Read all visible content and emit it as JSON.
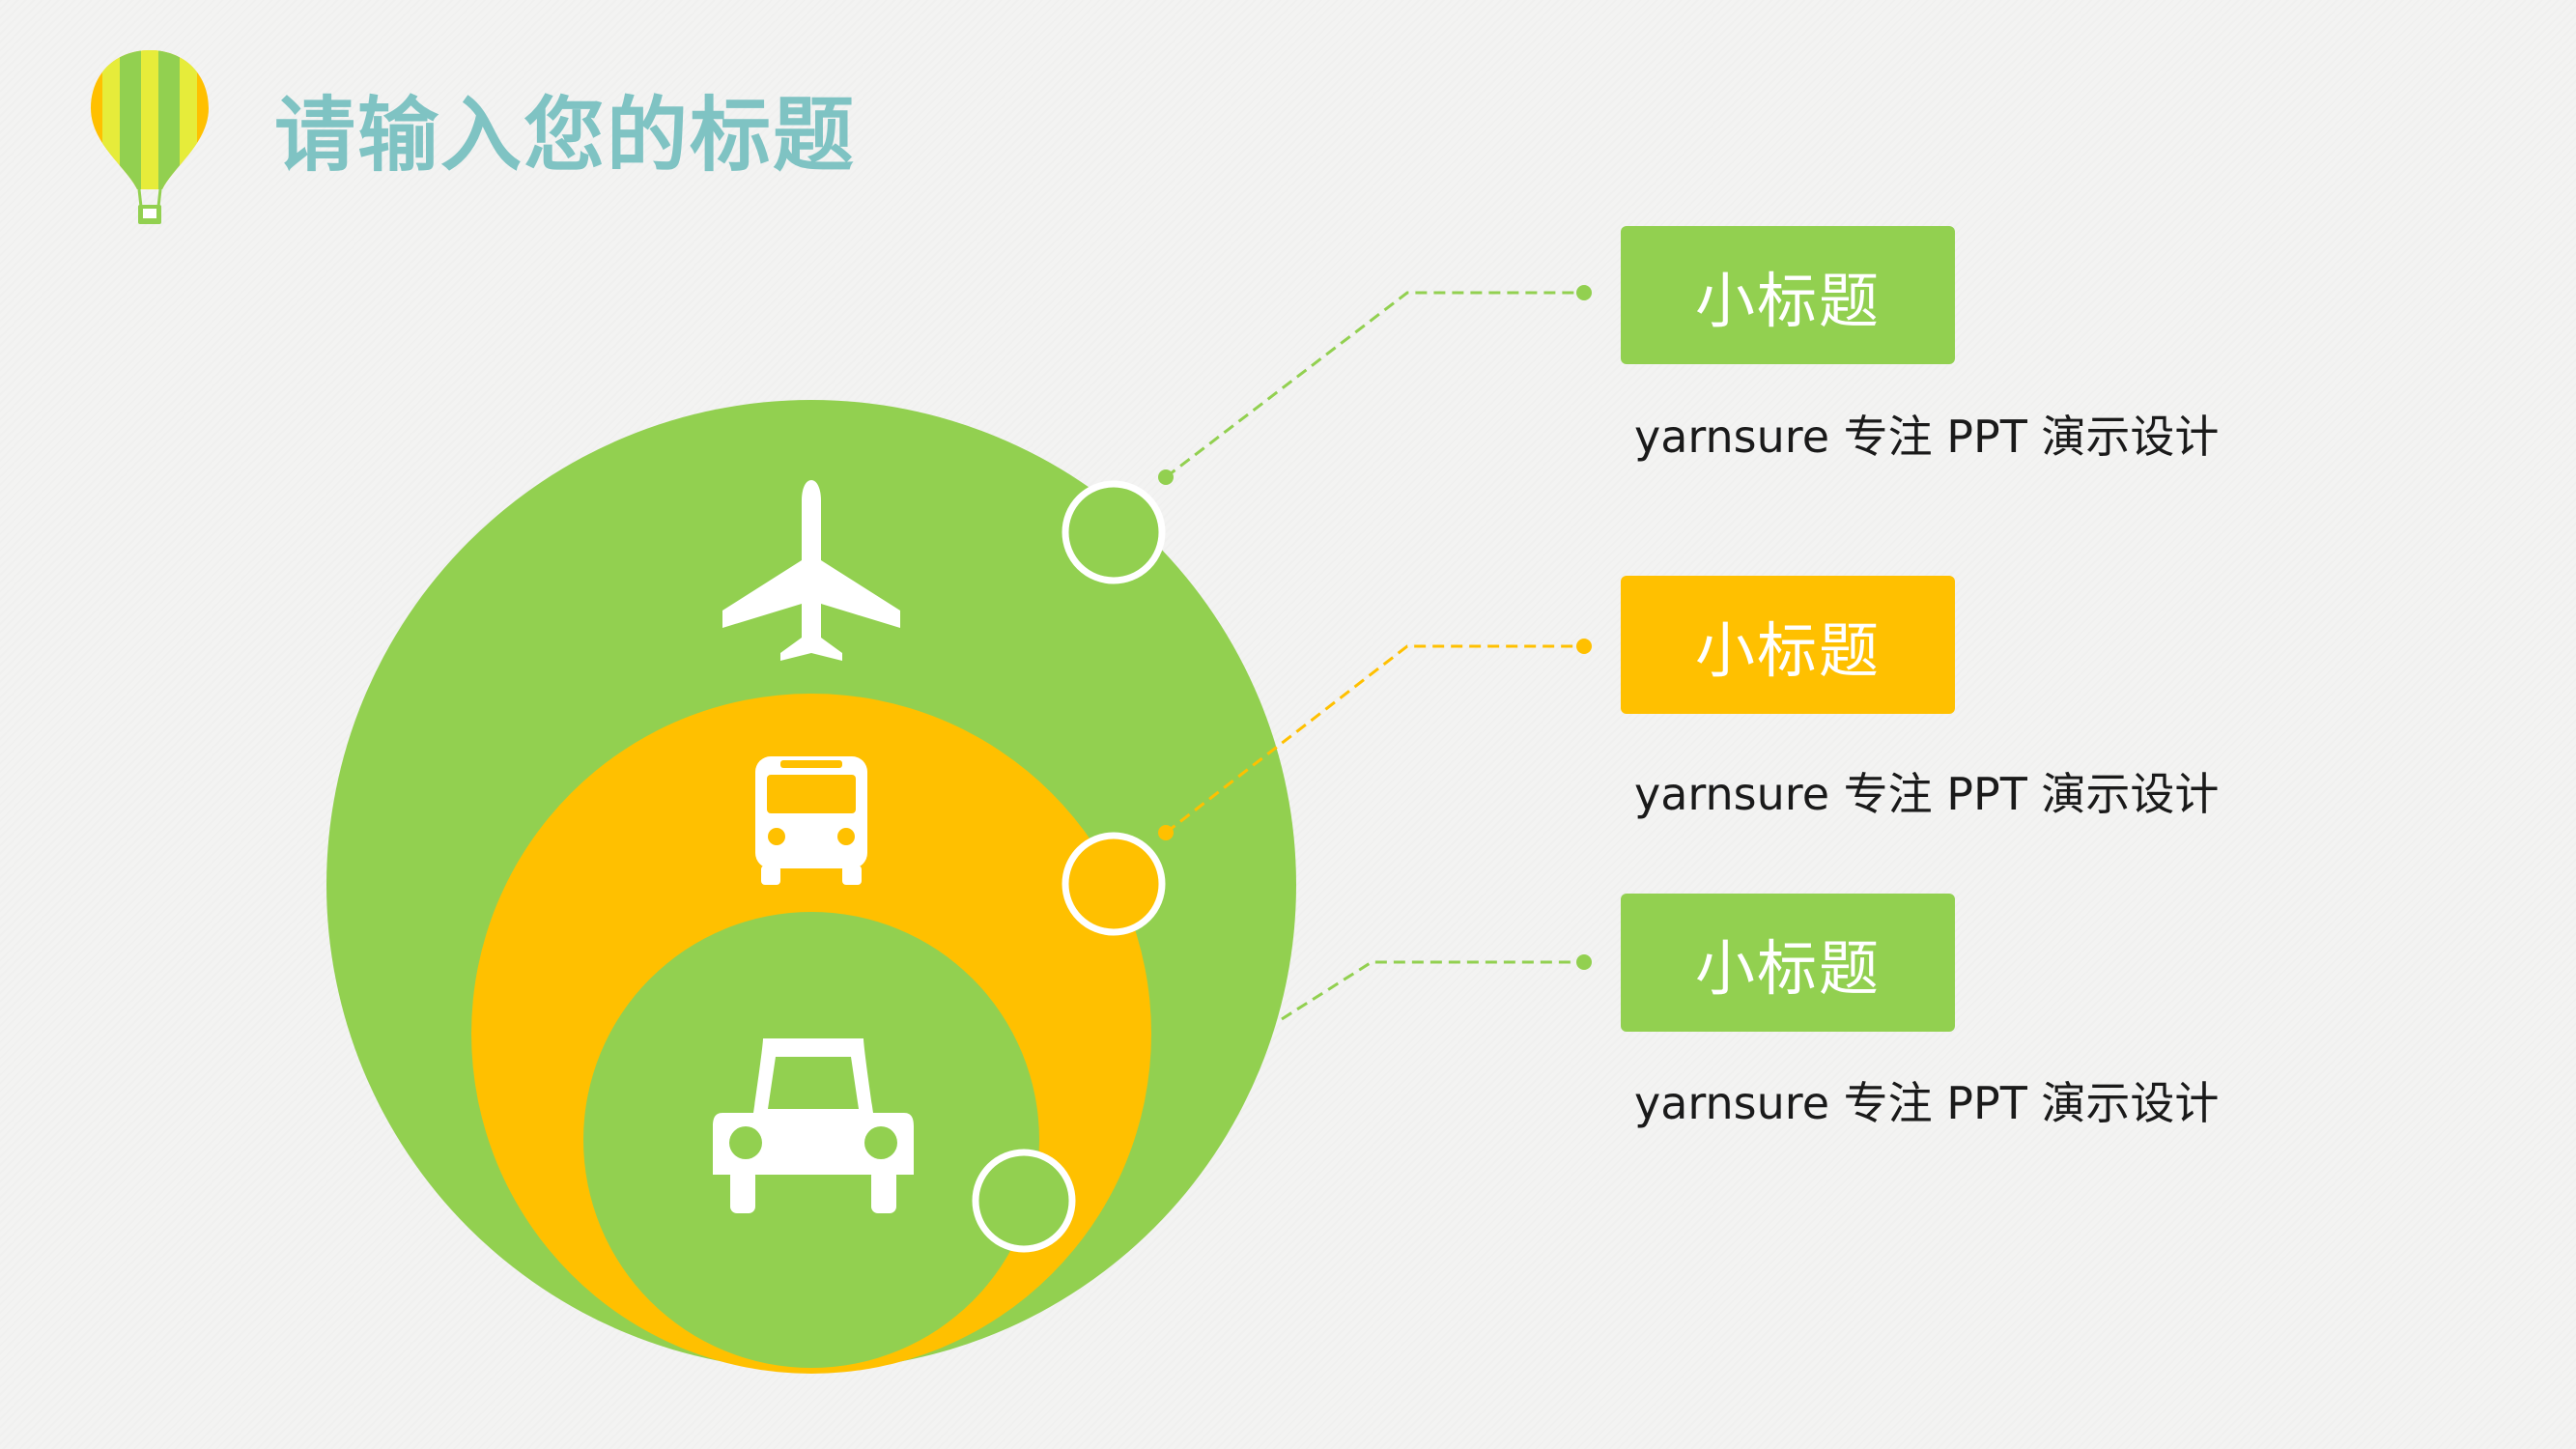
{
  "title": "请输入您的标题",
  "colors": {
    "green": "#92d050",
    "yellow": "#ffc000",
    "title": "#7fc3c3"
  },
  "items": [
    {
      "icon": "airplane-icon",
      "label": "小标题",
      "description": "yarnsure 专注 PPT 演示设计",
      "color": "#92d050"
    },
    {
      "icon": "bus-icon",
      "label": "小标题",
      "description": "yarnsure 专注 PPT 演示设计",
      "color": "#ffc000"
    },
    {
      "icon": "car-icon",
      "label": "小标题",
      "description": "yarnsure 专注 PPT 演示设计",
      "color": "#92d050"
    }
  ]
}
